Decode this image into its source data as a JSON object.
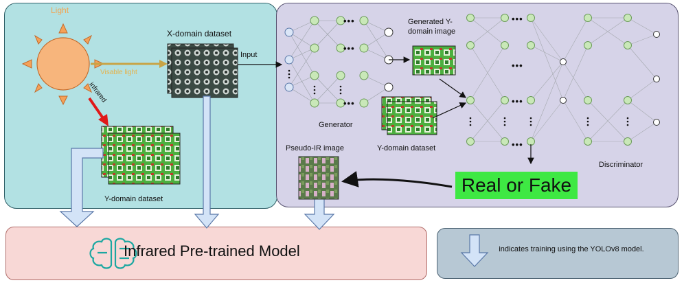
{
  "light": {
    "label": "Light",
    "visible_label": "Visable light",
    "infrared_label": "infrared"
  },
  "datasets": {
    "x_domain": "X-domain dataset",
    "y_domain_left": "Y-domain dataset",
    "y_domain_right": "Y-domain dataset"
  },
  "network": {
    "input_label": "Input",
    "generator": "Generator",
    "generated_image": [
      "Generated Y-",
      "domain image"
    ],
    "discriminator": "Discriminator",
    "pseudo_ir": "Pseudo-IR image",
    "ellipsis": "•••"
  },
  "result": {
    "label": "Real or Fake"
  },
  "model": {
    "label": "Infrared Pre-trained Model"
  },
  "legend": {
    "text": "indicates training using the YOLOv8 model."
  },
  "colors": {
    "left_panel": "#b2e1e3",
    "right_panel": "#d6d3e8",
    "model_bar": "#f8d8d6",
    "legend_box": "#b7c8d4",
    "real_fake": "#3ee843",
    "node": "#c9e8b8",
    "sun": "#f7b57c",
    "visible_arrow": "#c8a446",
    "infrared_arrow": "#e01919",
    "training_arrow": "#d3e3f7"
  },
  "icons": [
    "sun-icon",
    "brain-icon",
    "training-arrow-icon"
  ]
}
